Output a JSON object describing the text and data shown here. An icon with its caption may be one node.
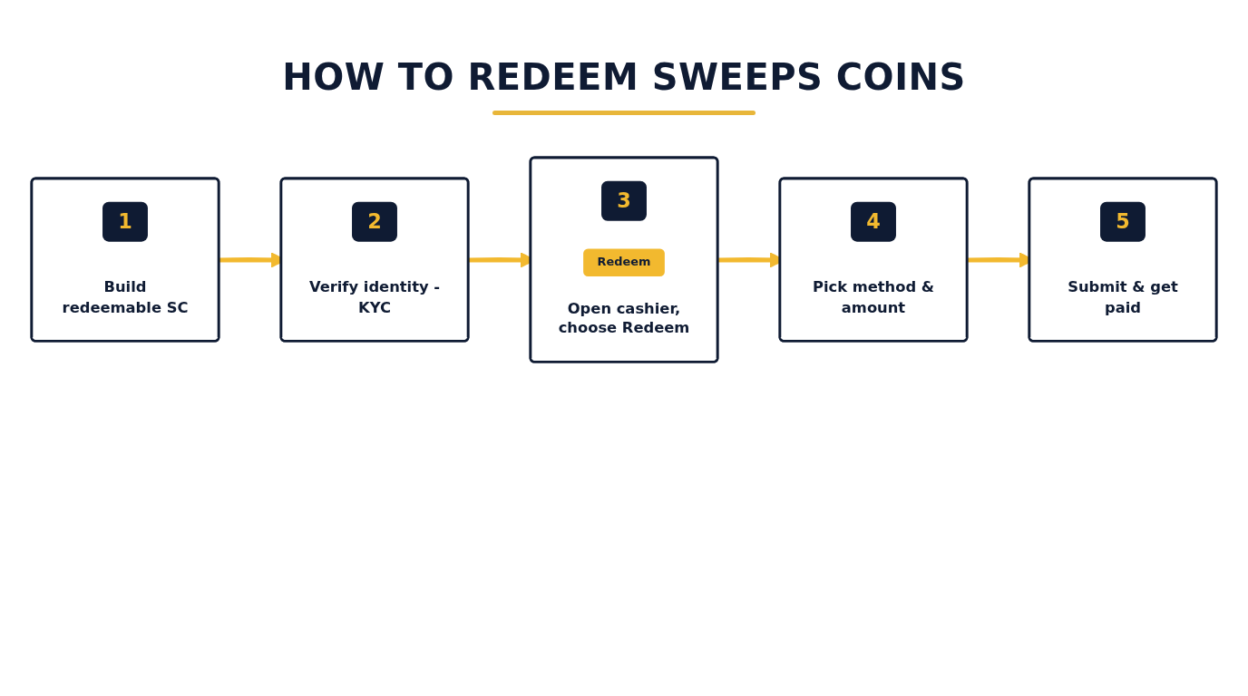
{
  "diagram": {
    "title": "HOW TO REDEEM SWEEPS COINS",
    "nodes": [
      {
        "text": [
          "1",
          "Build redeemable SC"
        ]
      },
      {
        "text": [
          "2",
          "Verify identity - KYC"
        ]
      },
      {
        "text": [
          "3",
          "Redeem",
          "Open cashier, choose Redeem"
        ]
      },
      {
        "text": [
          "4",
          "Pick method & amount"
        ]
      },
      {
        "text": [
          "5",
          "Submit & get paid"
        ]
      }
    ],
    "edges": [
      {
        "from": 0,
        "to": 1,
        "arrow": "to"
      },
      {
        "from": 1,
        "to": 2,
        "arrow": "to"
      },
      {
        "from": 2,
        "to": 3,
        "arrow": "to"
      },
      {
        "from": 3,
        "to": 4,
        "arrow": "to"
      }
    ]
  }
}
